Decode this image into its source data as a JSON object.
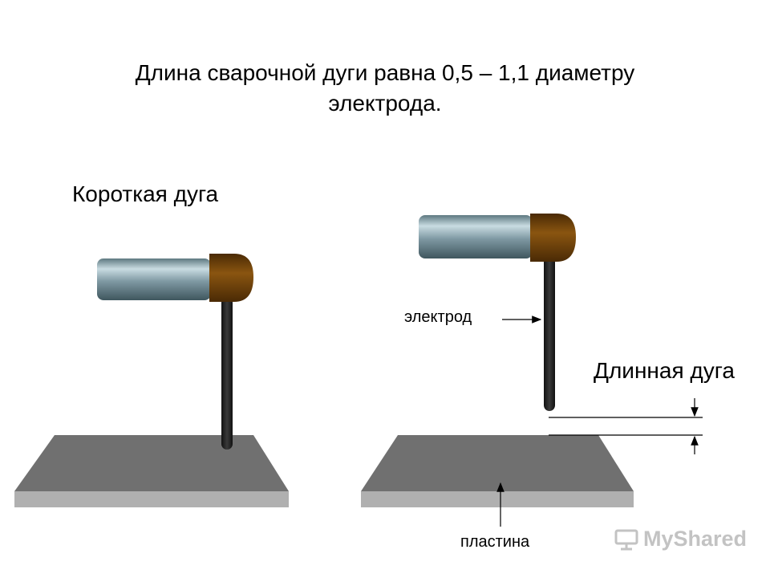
{
  "title": {
    "line1": "Длина сварочной дуги равна 0,5 – 1,1 диаметру",
    "line2": "электрода."
  },
  "labels": {
    "short_arc": "Короткая дуга",
    "long_arc": "Длинная дуга",
    "electrode": "электрод",
    "plate": "пластина"
  },
  "watermark": {
    "text": "MyShared",
    "icon": "presentation-icon"
  },
  "colors": {
    "plate_top": "#6e6e6e",
    "plate_side": "#b4b4b4",
    "holder_metal": "#8aa4ae",
    "holder_cap": "#6b3e08",
    "electrode": "#222222"
  }
}
